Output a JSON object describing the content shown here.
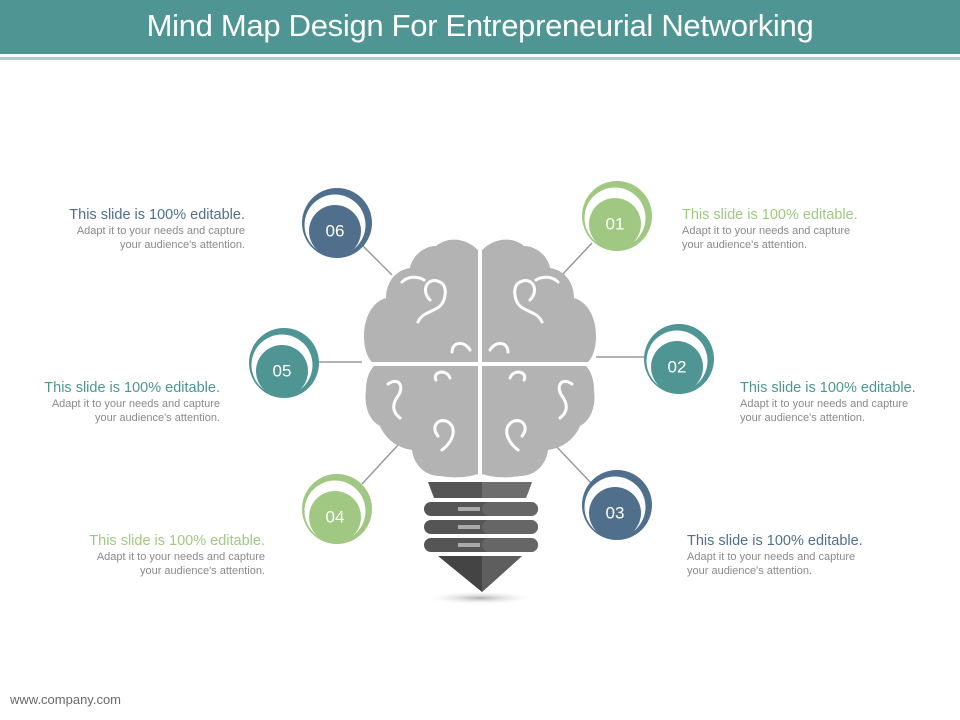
{
  "title": "Mind Map Design For Entrepreneurial Networking",
  "footer": "www.company.com",
  "colors": {
    "header": "#4e9593",
    "green": "#a0c882",
    "teal": "#4e9593",
    "navy": "#4f6f8c",
    "brain": "#b3b3b3",
    "bulb_dark": "#555555",
    "connector": "#9a9a9a"
  },
  "nodes": [
    {
      "number": "01",
      "title": "This slide is 100% editable.",
      "line1": "Adapt it to your needs and capture",
      "line2": "your audience's attention."
    },
    {
      "number": "02",
      "title": "This slide is 100% editable.",
      "line1": "Adapt it to your needs and capture",
      "line2": "your audience's attention."
    },
    {
      "number": "03",
      "title": "This slide is 100% editable.",
      "line1": "Adapt it to your needs and capture",
      "line2": "your audience's attention."
    },
    {
      "number": "04",
      "title": "This slide is 100% editable.",
      "line1": "Adapt it to your needs and capture",
      "line2": "your audience's attention."
    },
    {
      "number": "05",
      "title": "This slide is 100% editable.",
      "line1": "Adapt it to your needs and capture",
      "line2": "your audience's attention."
    },
    {
      "number": "06",
      "title": "This slide is 100% editable.",
      "line1": "Adapt it to your needs and capture",
      "line2": "your audience's attention."
    }
  ]
}
